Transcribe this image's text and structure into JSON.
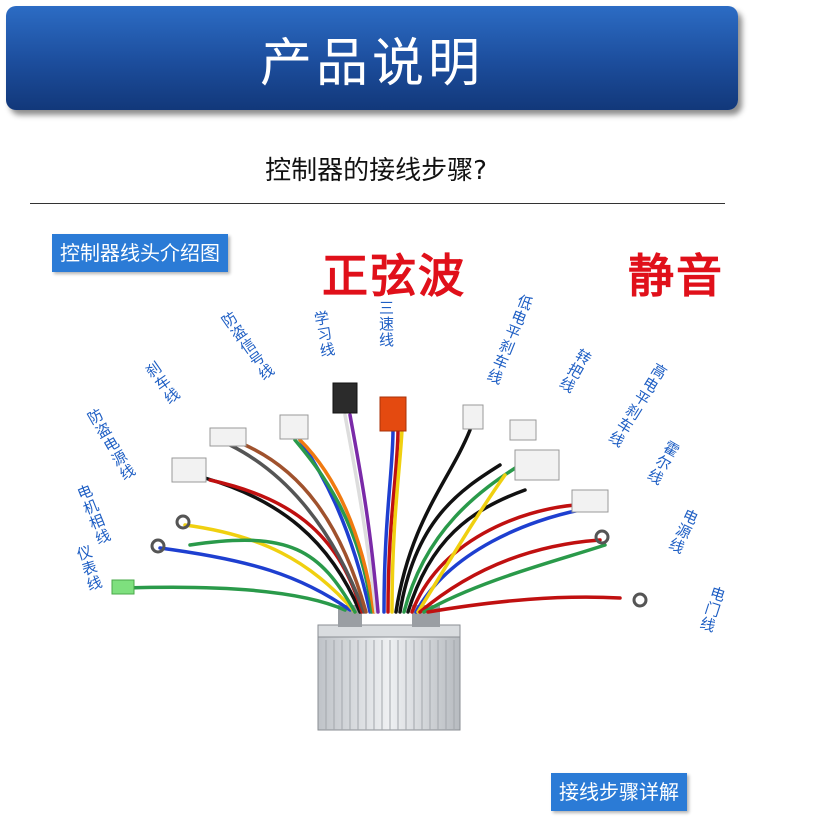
{
  "banner": {
    "title": "产品说明"
  },
  "subtitle": "控制器的接线步骤?",
  "tags": {
    "top": "控制器线头介绍图",
    "bottom": "接线步骤详解"
  },
  "badges": {
    "left": "正弦波",
    "right": "静音"
  },
  "wire_labels": {
    "meter": "仪表线",
    "motor_phase": "电机相线",
    "anti_theft_power": "防盗电源线",
    "brake": "刹车线",
    "anti_theft_signal": "防盗信号线",
    "learning": "学习线",
    "three_speed": "三速线",
    "low_brake": "低电平刹车线",
    "power_assist": "转把线",
    "high_brake": "高电平刹车线",
    "hall": "霍尔线",
    "power": "电源线",
    "lock": "电门线"
  },
  "colors": {
    "banner": "#1c4d9c",
    "tag": "#2b7bd6",
    "badge": "#e0101a",
    "label": "#1f5fc4"
  }
}
